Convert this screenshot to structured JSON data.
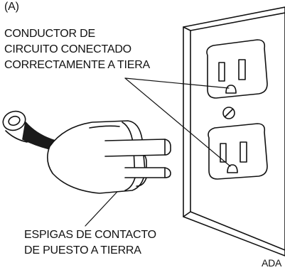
{
  "figure_id": "(A)",
  "callouts": {
    "ground_conductor": {
      "line1": "CONDUCTOR DE",
      "line2": "CIRCUITO CONECTADO",
      "line3": "CORRECTAMENTE A TIERA"
    },
    "ground_prongs": {
      "line1": "ESPIGAS DE CONTACTO",
      "line2": "DE PUESTO A TIERRA"
    },
    "truncated_text": "ADA"
  },
  "colors": {
    "ink": "#111111",
    "plug_body": "#ffffff",
    "cord": "#1a1a1a"
  }
}
